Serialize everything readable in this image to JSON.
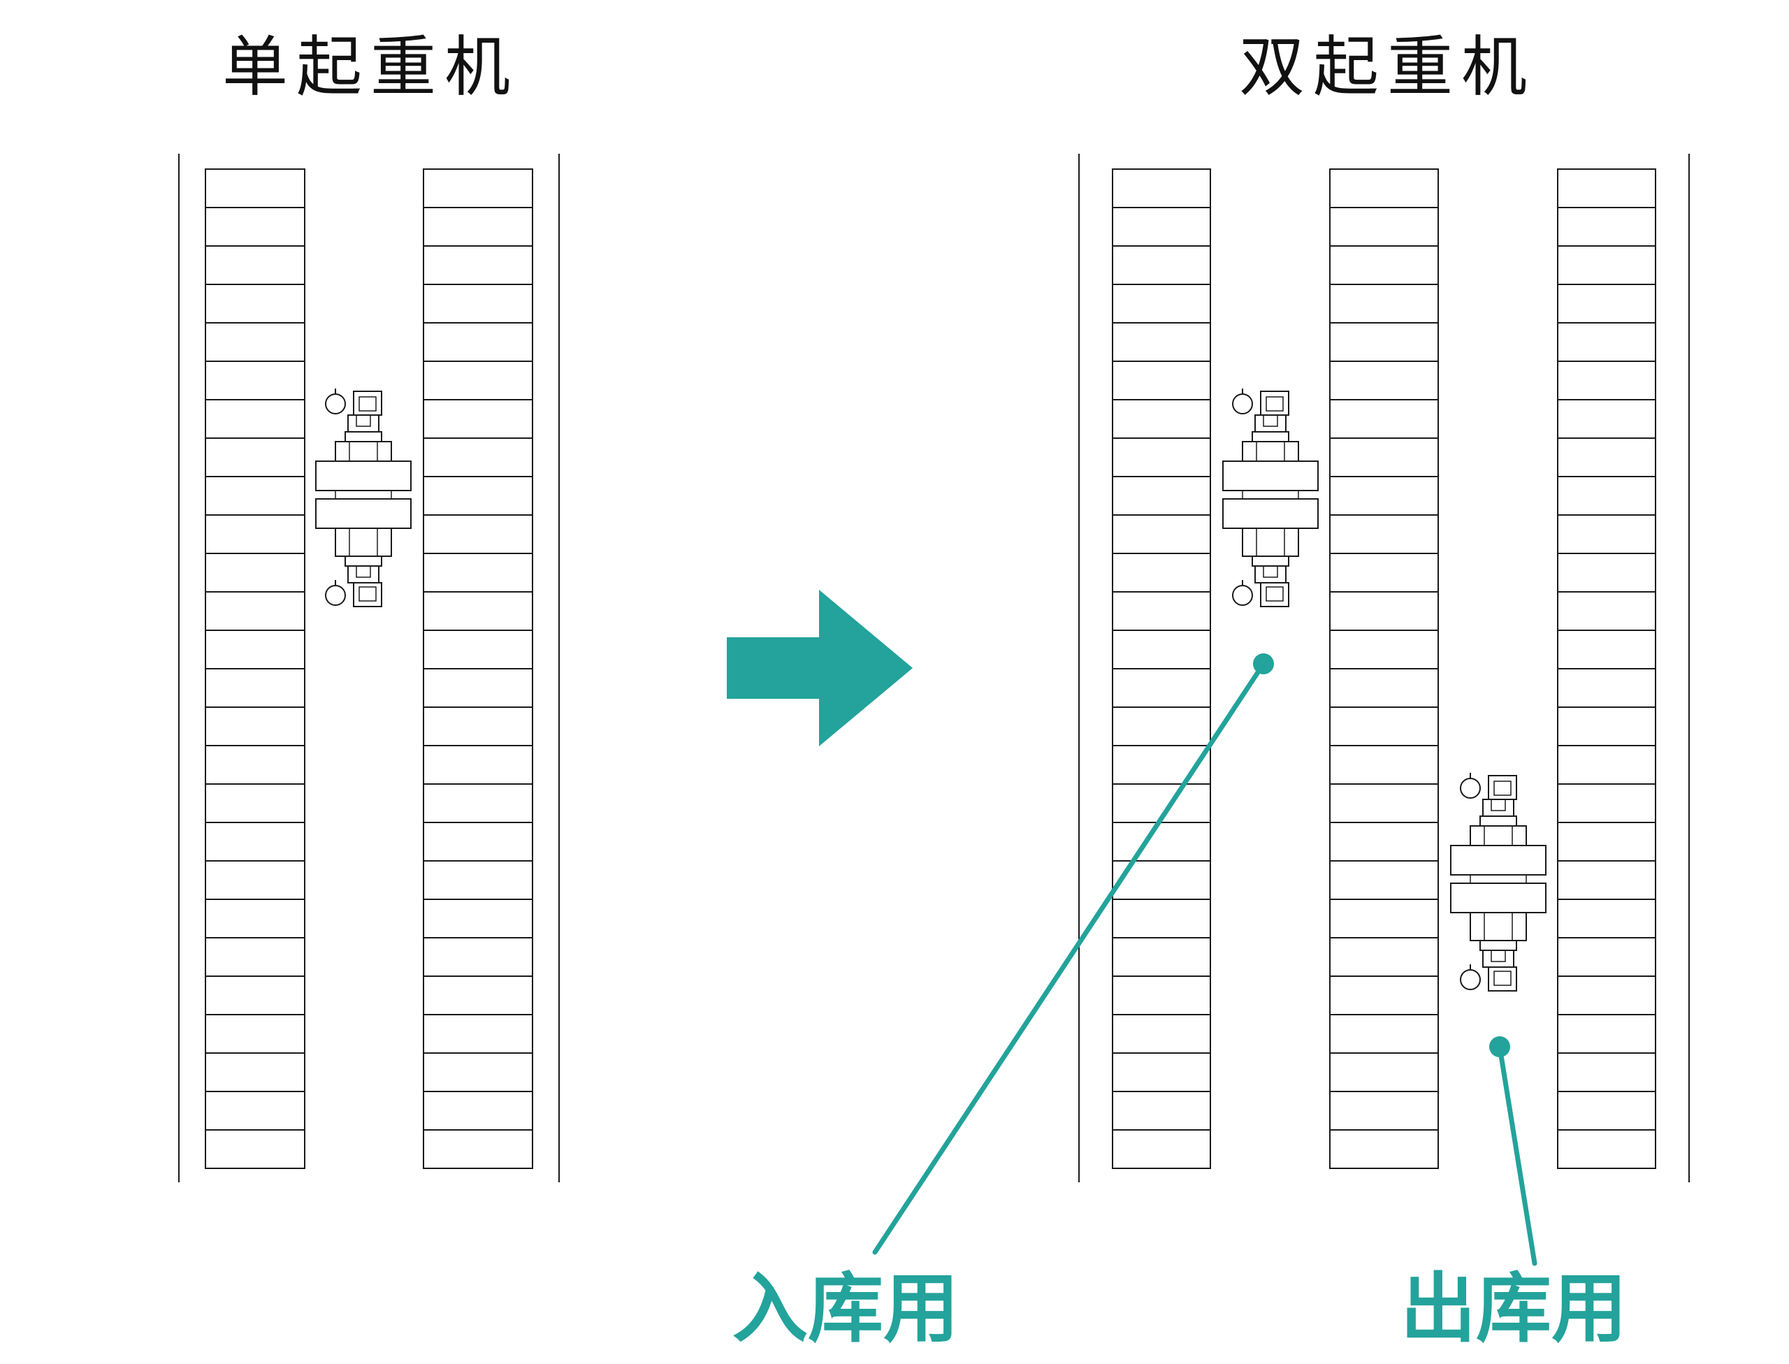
{
  "left_panel": {
    "title": "单起重机"
  },
  "right_panel": {
    "title": "双起重机"
  },
  "callouts": {
    "inbound": "入库用",
    "outbound": "出库用"
  },
  "rack_slots_per_column": 26,
  "colors": {
    "line": "#1a1a1a",
    "accent": "#23a39b",
    "background": "#ffffff"
  },
  "icons": {
    "arrow": "arrow-right-icon",
    "crane": "crane-icon",
    "callout_dot": "callout-dot-icon"
  }
}
